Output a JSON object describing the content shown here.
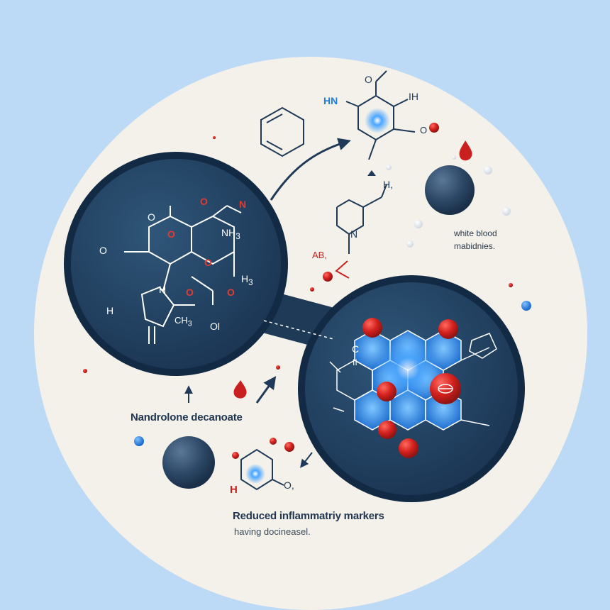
{
  "labels": {
    "nandrolone": "Nandrolone decanoate",
    "reduced": "Reduced inflammatriy markers",
    "having": "having docineasel.",
    "wbc_line1": "white blood",
    "wbc_line2": "mabidnies."
  },
  "atoms": {
    "o1": "O",
    "o2": "O",
    "o3": "O",
    "o4": "O",
    "o5": "O",
    "o6": "O",
    "o7": "O",
    "n1": "N",
    "nh": "NH",
    "h1": "H",
    "h2": "H",
    "ch": "CH",
    "sub3a": "3",
    "sub3b": "3",
    "sub3c": "3",
    "hn": "HN",
    "ih": "IH",
    "top_o": "O",
    "n2": "N",
    "h3": "H,",
    "ab": "AB,",
    "ci": "C",
    "ci2": "II",
    "h4": "H",
    "o_small": "O,",
    "ol": "Ol",
    "o_side": "O",
    "nh3": "3"
  },
  "colors": {
    "background": "#bcd9f5",
    "circle": "#f3f1ea",
    "lens": "#22405f",
    "red": "#c9201f",
    "blue": "#1f7fe0"
  }
}
